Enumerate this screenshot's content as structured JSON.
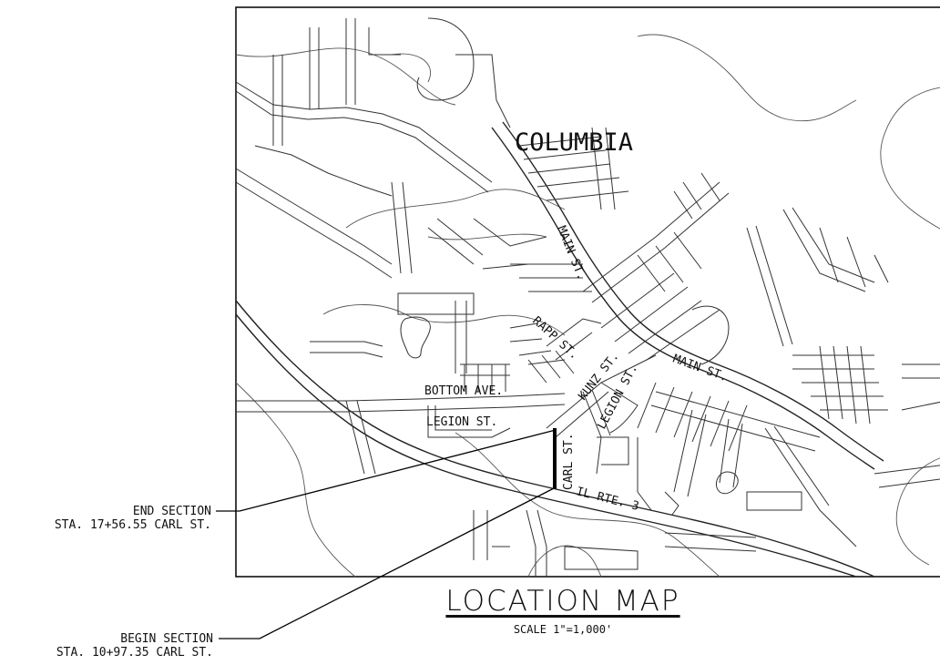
{
  "map": {
    "town_label": "COLUMBIA",
    "street_labels": {
      "main_st_north": "MAIN ST.",
      "main_st_east": "MAIN ST.",
      "rapp_st": "RAPP ST.",
      "kunz_st": "KUNZ ST.",
      "legion_st_east": "LEGION ST.",
      "legion_st_west": "LEGION ST.",
      "bottom_ave": "BOTTOM AVE.",
      "carl_st": "CARL ST.",
      "il_rte_3": "IL RTE. 3"
    }
  },
  "callouts": {
    "end": {
      "title": "END SECTION",
      "station": "STA. 17+56.55 CARL ST."
    },
    "begin": {
      "title": "BEGIN SECTION",
      "station": "STA. 10+97.35 CARL ST."
    }
  },
  "title_block": {
    "title": "LOCATION MAP",
    "scale": "SCALE 1\"=1,000'"
  }
}
